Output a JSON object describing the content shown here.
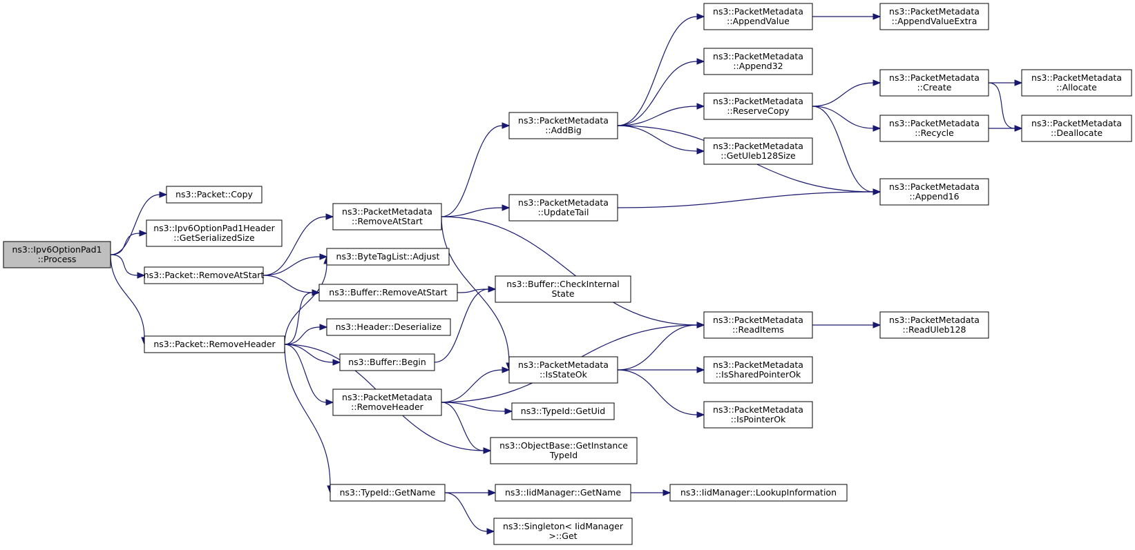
{
  "colors": {
    "edge": "#191970",
    "root_fill": "#bfbfbf",
    "node_fill": "#ffffff",
    "node_border": "#000000"
  },
  "nodes": [
    {
      "id": "pad1_process",
      "lines": [
        "ns3::Ipv6OptionPad1",
        "::Process"
      ],
      "root": true
    },
    {
      "id": "packet_copy",
      "lines": [
        "ns3::Packet::Copy"
      ]
    },
    {
      "id": "pad1header_getsize",
      "lines": [
        "ns3::Ipv6OptionPad1Header",
        "::GetSerializedSize"
      ]
    },
    {
      "id": "packet_removeatstart",
      "lines": [
        "ns3::Packet::RemoveAtStart"
      ]
    },
    {
      "id": "packet_removeheader",
      "lines": [
        "ns3::Packet::RemoveHeader"
      ]
    },
    {
      "id": "pm_removeatstart",
      "lines": [
        "ns3::PacketMetadata",
        "::RemoveAtStart"
      ]
    },
    {
      "id": "bytetaglist_adjust",
      "lines": [
        "ns3::ByteTagList::Adjust"
      ]
    },
    {
      "id": "buffer_removeatstart",
      "lines": [
        "ns3::Buffer::RemoveAtStart"
      ]
    },
    {
      "id": "header_deserialize",
      "lines": [
        "ns3::Header::Deserialize"
      ]
    },
    {
      "id": "buffer_begin",
      "lines": [
        "ns3::Buffer::Begin"
      ]
    },
    {
      "id": "pm_removeheader",
      "lines": [
        "ns3::PacketMetadata",
        "::RemoveHeader"
      ]
    },
    {
      "id": "typeid_getname",
      "lines": [
        "ns3::TypeId::GetName"
      ]
    },
    {
      "id": "pm_addbig",
      "lines": [
        "ns3::PacketMetadata",
        "::AddBig"
      ]
    },
    {
      "id": "pm_updatetail",
      "lines": [
        "ns3::PacketMetadata",
        "::UpdateTail"
      ]
    },
    {
      "id": "buffer_checkinternalstate",
      "lines": [
        "ns3::Buffer::CheckInternal",
        "State"
      ]
    },
    {
      "id": "pm_isstateok",
      "lines": [
        "ns3::PacketMetadata",
        "::IsStateOk"
      ]
    },
    {
      "id": "typeid_getuid",
      "lines": [
        "ns3::TypeId::GetUid"
      ]
    },
    {
      "id": "objectbase_getinstancetypeid",
      "lines": [
        "ns3::ObjectBase::GetInstance",
        "TypeId"
      ]
    },
    {
      "id": "iidmanager_getname",
      "lines": [
        "ns3::IidManager::GetName"
      ]
    },
    {
      "id": "singleton_get",
      "lines": [
        "ns3::Singleton< IidManager",
        " >::Get"
      ]
    },
    {
      "id": "pm_appendvalue",
      "lines": [
        "ns3::PacketMetadata",
        "::AppendValue"
      ]
    },
    {
      "id": "pm_append32",
      "lines": [
        "ns3::PacketMetadata",
        "::Append32"
      ]
    },
    {
      "id": "pm_reservecopy",
      "lines": [
        "ns3::PacketMetadata",
        "::ReserveCopy"
      ]
    },
    {
      "id": "pm_getuleb128size",
      "lines": [
        "ns3::PacketMetadata",
        "::GetUleb128Size"
      ]
    },
    {
      "id": "pm_readitems",
      "lines": [
        "ns3::PacketMetadata",
        "::ReadItems"
      ]
    },
    {
      "id": "pm_issharedpointerok",
      "lines": [
        "ns3::PacketMetadata",
        "::IsSharedPointerOk"
      ]
    },
    {
      "id": "pm_ispointerok",
      "lines": [
        "ns3::PacketMetadata",
        "::IsPointerOk"
      ]
    },
    {
      "id": "iidmanager_lookupinformation",
      "lines": [
        "ns3::IidManager::LookupInformation"
      ]
    },
    {
      "id": "pm_appendvalueextra",
      "lines": [
        "ns3::PacketMetadata",
        "::AppendValueExtra"
      ]
    },
    {
      "id": "pm_create",
      "lines": [
        "ns3::PacketMetadata",
        "::Create"
      ]
    },
    {
      "id": "pm_recycle",
      "lines": [
        "ns3::PacketMetadata",
        "::Recycle"
      ]
    },
    {
      "id": "pm_append16",
      "lines": [
        "ns3::PacketMetadata",
        "::Append16"
      ]
    },
    {
      "id": "pm_readuleb128",
      "lines": [
        "ns3::PacketMetadata",
        "::ReadUleb128"
      ]
    },
    {
      "id": "pm_allocate",
      "lines": [
        "ns3::PacketMetadata",
        "::Allocate"
      ]
    },
    {
      "id": "pm_deallocate",
      "lines": [
        "ns3::PacketMetadata",
        "::Deallocate"
      ]
    }
  ],
  "edges": [
    [
      "pad1_process",
      "packet_copy"
    ],
    [
      "pad1_process",
      "pad1header_getsize"
    ],
    [
      "pad1_process",
      "packet_removeatstart"
    ],
    [
      "pad1_process",
      "packet_removeheader"
    ],
    [
      "packet_removeatstart",
      "pm_removeatstart"
    ],
    [
      "packet_removeatstart",
      "bytetaglist_adjust"
    ],
    [
      "packet_removeatstart",
      "buffer_removeatstart"
    ],
    [
      "packet_removeheader",
      "bytetaglist_adjust"
    ],
    [
      "packet_removeheader",
      "buffer_removeatstart"
    ],
    [
      "packet_removeheader",
      "header_deserialize"
    ],
    [
      "packet_removeheader",
      "buffer_begin"
    ],
    [
      "packet_removeheader",
      "pm_removeheader"
    ],
    [
      "packet_removeheader",
      "objectbase_getinstancetypeid"
    ],
    [
      "packet_removeheader",
      "typeid_getname"
    ],
    [
      "pm_removeatstart",
      "pm_addbig"
    ],
    [
      "pm_removeatstart",
      "pm_updatetail"
    ],
    [
      "pm_removeatstart",
      "pm_readitems"
    ],
    [
      "pm_removeatstart",
      "pm_isstateok"
    ],
    [
      "buffer_removeatstart",
      "buffer_checkinternalstate"
    ],
    [
      "buffer_begin",
      "buffer_checkinternalstate"
    ],
    [
      "pm_removeheader",
      "pm_readitems"
    ],
    [
      "pm_removeheader",
      "pm_isstateok"
    ],
    [
      "pm_removeheader",
      "typeid_getuid"
    ],
    [
      "pm_removeheader",
      "objectbase_getinstancetypeid"
    ],
    [
      "typeid_getname",
      "iidmanager_getname"
    ],
    [
      "typeid_getname",
      "singleton_get"
    ],
    [
      "iidmanager_getname",
      "iidmanager_lookupinformation"
    ],
    [
      "pm_addbig",
      "pm_appendvalue"
    ],
    [
      "pm_addbig",
      "pm_append32"
    ],
    [
      "pm_addbig",
      "pm_reservecopy"
    ],
    [
      "pm_addbig",
      "pm_getuleb128size"
    ],
    [
      "pm_addbig",
      "pm_append16"
    ],
    [
      "pm_updatetail",
      "pm_append16"
    ],
    [
      "pm_isstateok",
      "pm_readitems"
    ],
    [
      "pm_isstateok",
      "pm_issharedpointerok"
    ],
    [
      "pm_isstateok",
      "pm_ispointerok"
    ],
    [
      "pm_appendvalue",
      "pm_appendvalueextra"
    ],
    [
      "pm_reservecopy",
      "pm_create"
    ],
    [
      "pm_reservecopy",
      "pm_recycle"
    ],
    [
      "pm_reservecopy",
      "pm_append16"
    ],
    [
      "pm_create",
      "pm_allocate"
    ],
    [
      "pm_create",
      "pm_deallocate"
    ],
    [
      "pm_recycle",
      "pm_deallocate"
    ],
    [
      "pm_readitems",
      "pm_readuleb128"
    ]
  ]
}
